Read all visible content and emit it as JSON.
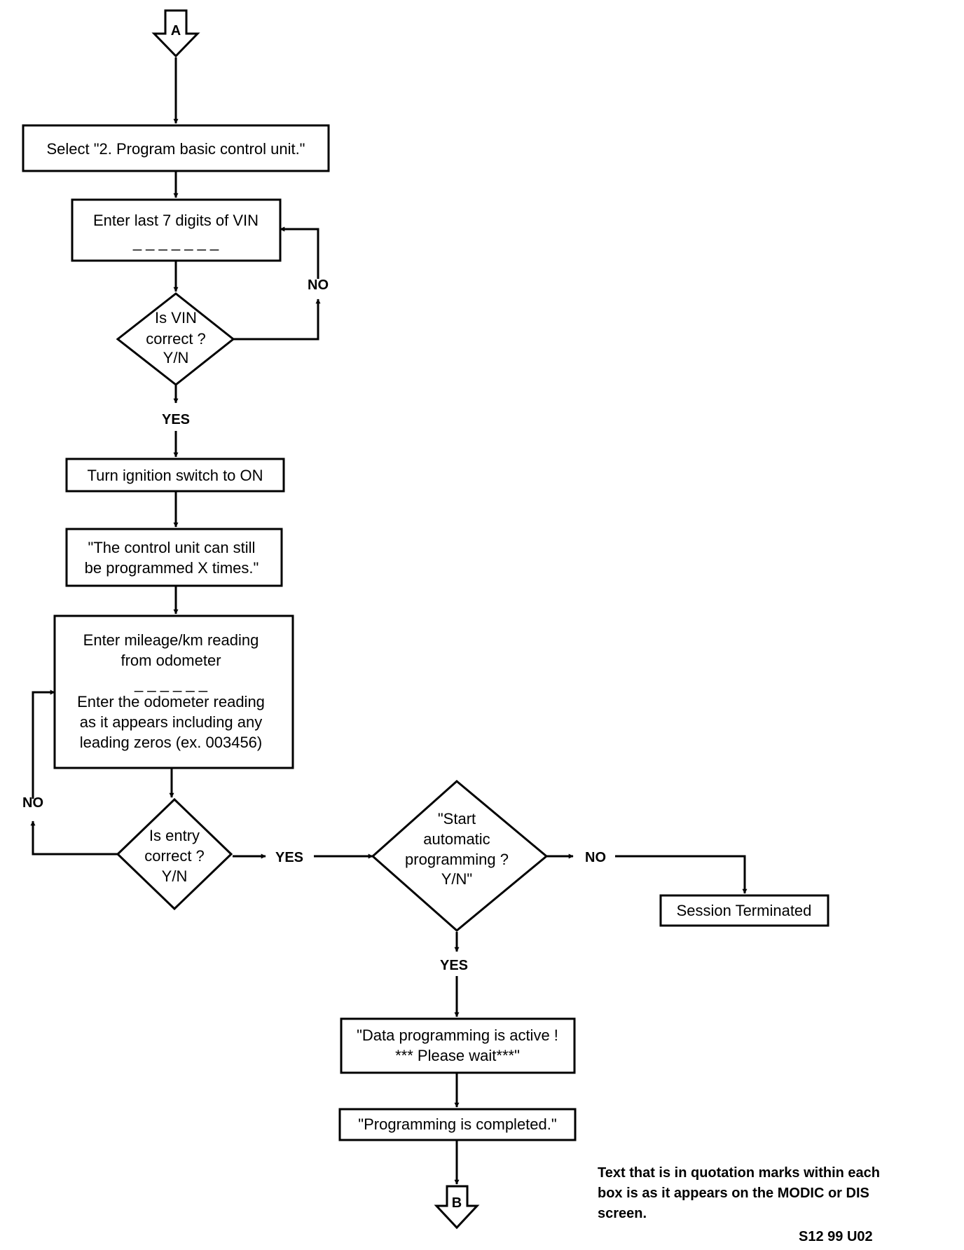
{
  "connectors": {
    "start": "A",
    "end": "B"
  },
  "steps": {
    "select_program": "Select \"2. Program basic control unit.\"",
    "enter_vin": [
      "Enter last 7 digits of VIN",
      "_ _ _ _ _ _ _"
    ],
    "vin_correct": [
      "Is VIN",
      "correct ?",
      "Y/N"
    ],
    "ignition_on": "Turn ignition switch to ON",
    "can_program": [
      "\"The control unit can still",
      "be programmed X times.\""
    ],
    "enter_mileage": [
      "Enter mileage/km reading",
      "from odometer",
      "_ _ _ _ _ _",
      "Enter the odometer reading",
      "as it appears including any",
      "leading zeros (ex. 003456)"
    ],
    "entry_correct": [
      "Is entry",
      "correct ?",
      "Y/N"
    ],
    "start_auto": [
      "\"Start",
      "automatic",
      "programming ?",
      "Y/N\""
    ],
    "session_terminated": "Session Terminated",
    "data_active": [
      "\"Data programming is active !",
      "*** Please wait***\""
    ],
    "completed": "\"Programming is completed.\""
  },
  "labels": {
    "no_vin": "NO",
    "yes_vin": "YES",
    "no_entry": "NO",
    "yes_entry": "YES",
    "no_start": "NO",
    "yes_start": "YES"
  },
  "footnote": [
    "Text that is in quotation marks within each",
    "box is as it appears on the MODIC or DIS",
    "screen."
  ],
  "figure_code": "S12 99 U02"
}
